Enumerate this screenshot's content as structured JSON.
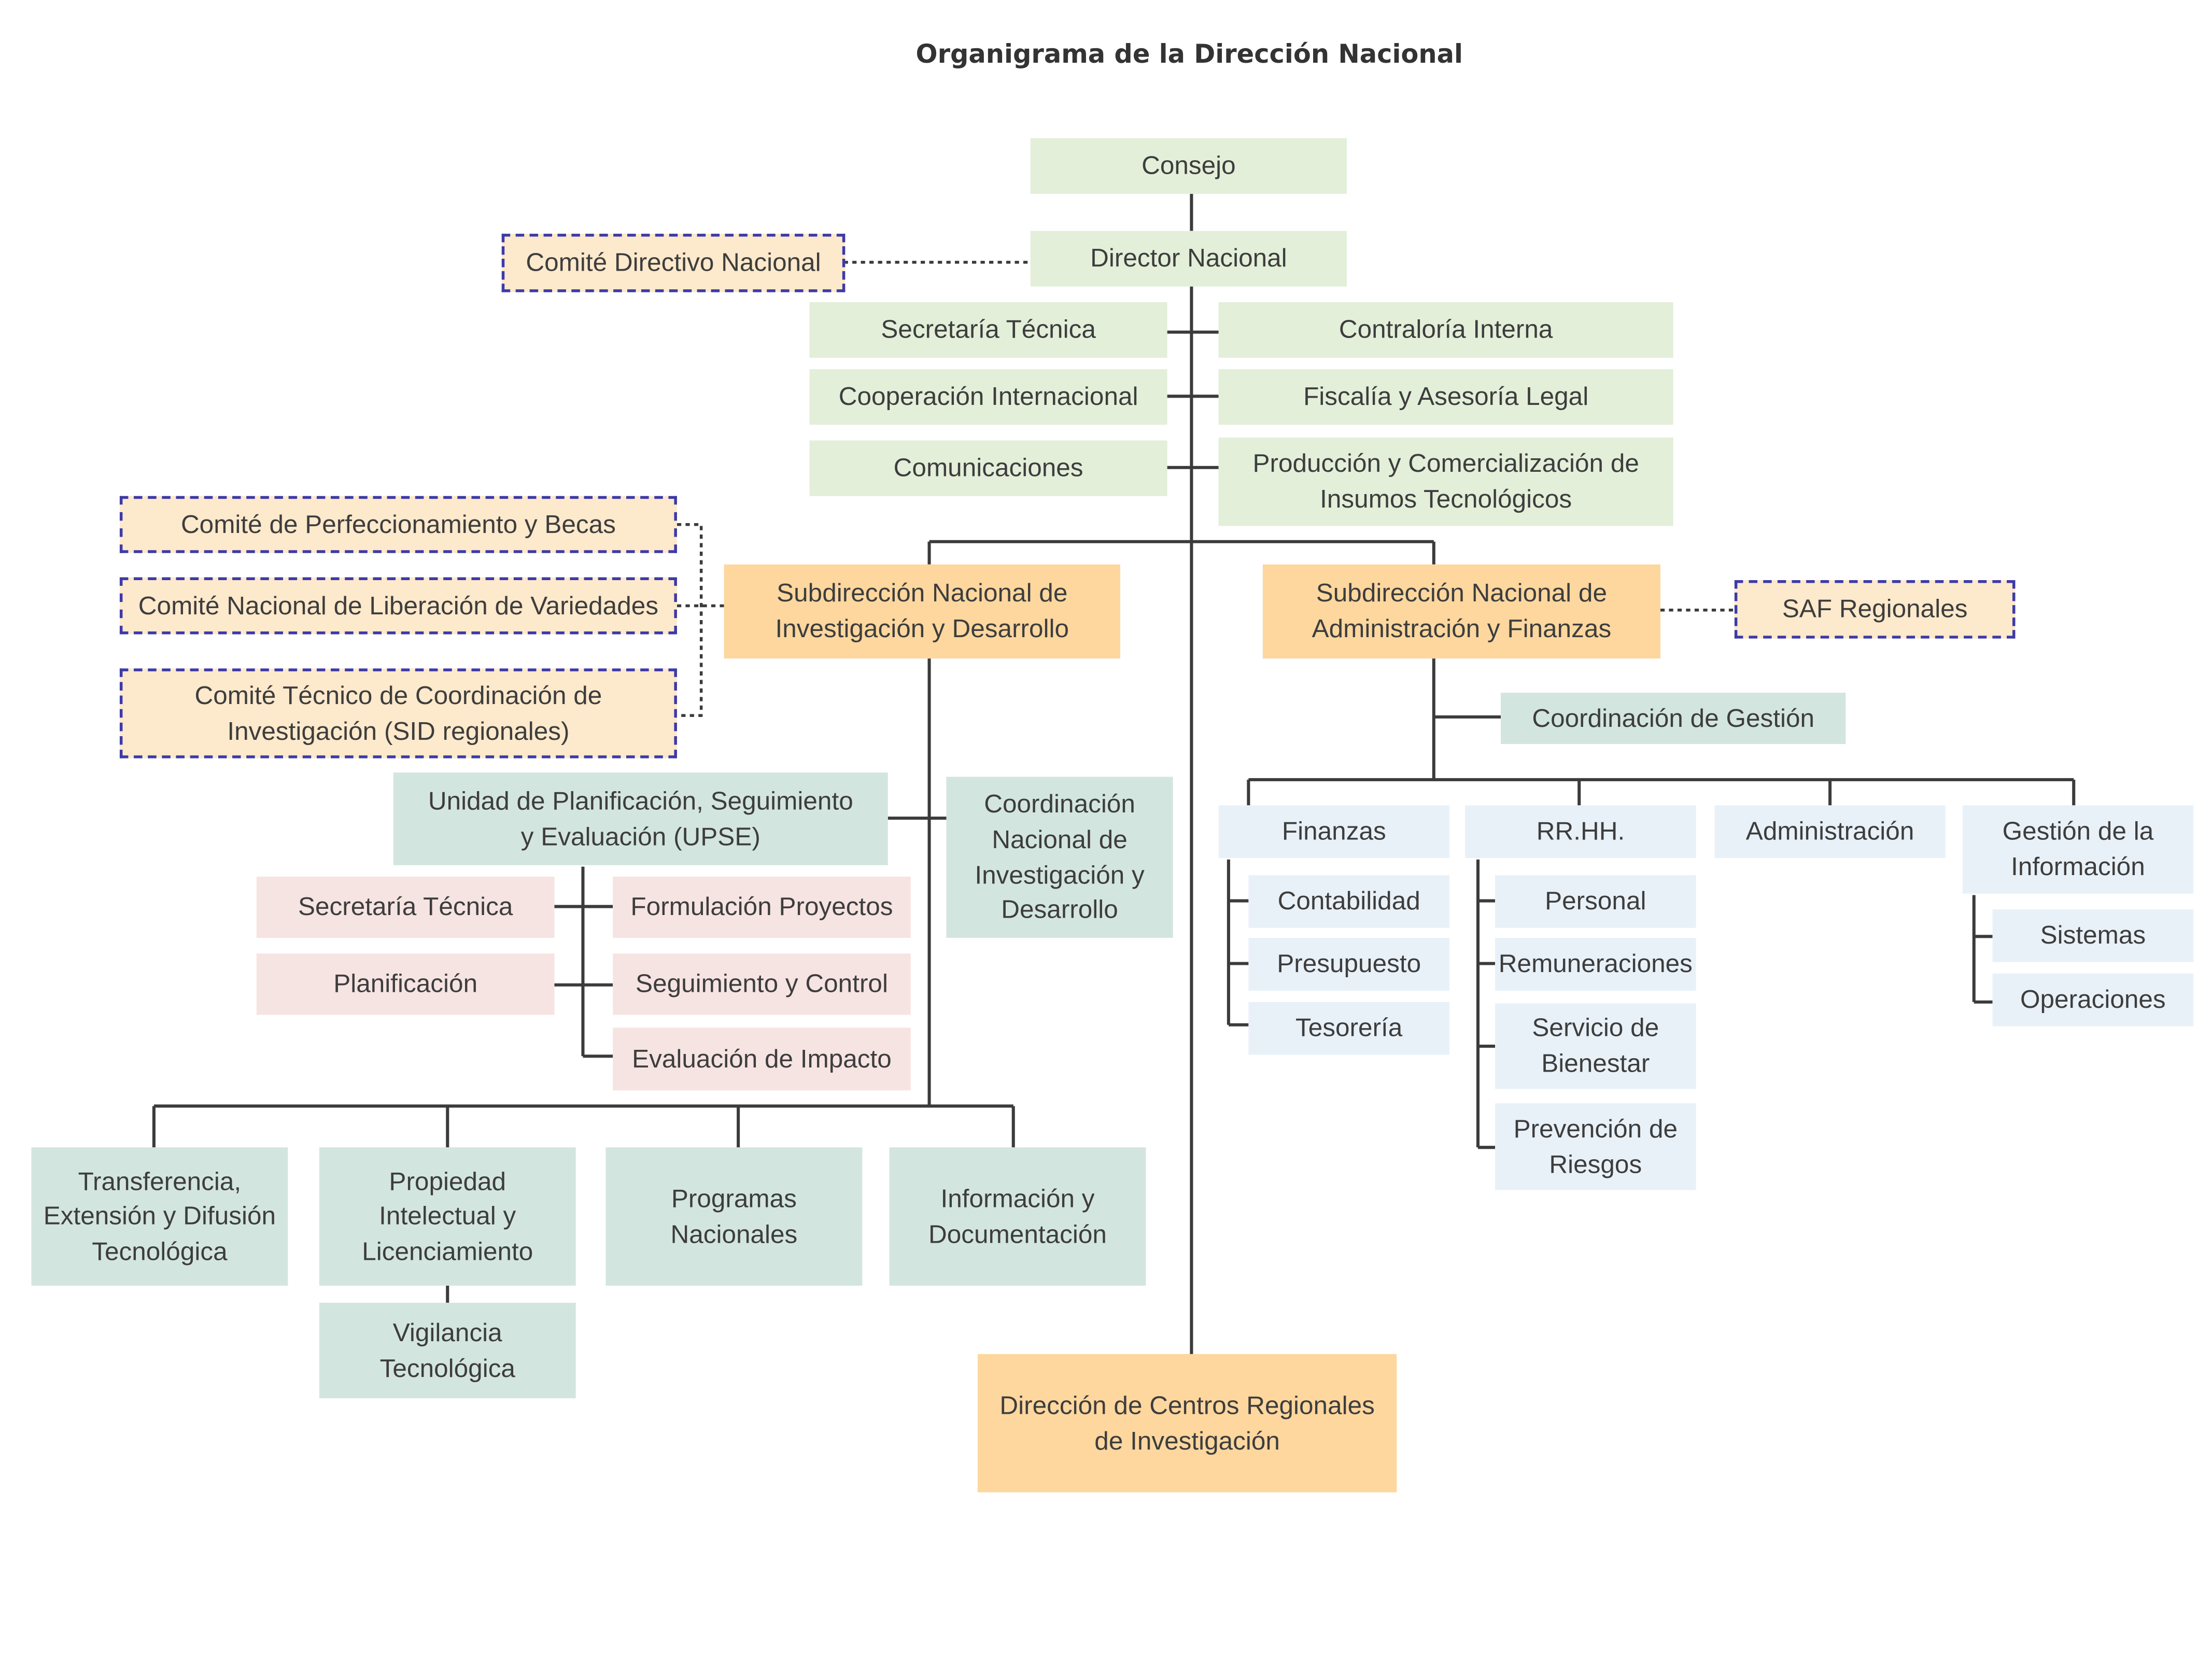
{
  "title": "Organigrama de la Dirección Nacional",
  "colors": {
    "green": "#e3efd9",
    "teal": "#d3e5df",
    "orange": "#fdd79e",
    "pink": "#f6e4e2",
    "blue": "#e9f1f8",
    "committee_fill": "#fde9cb",
    "committee_border": "#3d3aa8",
    "line": "#3b3b3b"
  },
  "top": {
    "consejo": "Consejo",
    "director": "Director Nacional",
    "comite_directivo": "Comité Directivo Nacional"
  },
  "staff": {
    "secretaria": "Secretaría Técnica",
    "cooperacion": "Cooperación Internacional",
    "comunicaciones": "Comunicaciones",
    "contraloria": "Contraloría Interna",
    "fiscalia": "Fiscalía y Asesoría Legal",
    "produccion": "Producción y Comercialización de\nInsumos Tecnológicos"
  },
  "investigacion": {
    "subdireccion": "Subdirección Nacional de\nInvestigación y Desarrollo",
    "comites": [
      "Comité de Perfeccionamiento y Becas",
      "Comité Nacional de Liberación de Variedades",
      "Comité Técnico de Coordinación de\nInvestigación (SID regionales)"
    ],
    "upse": "Unidad de Planificación, Seguimiento\ny Evaluación (UPSE)",
    "coordinacion": "Coordinación\nNacional de\nInvestigación y\nDesarrollo",
    "upse_units": [
      "Secretaría Técnica",
      "Planificación",
      "Formulación Proyectos",
      "Seguimiento y Control",
      "Evaluación de Impacto"
    ],
    "areas": [
      "Transferencia,\nExtensión y Difusión\nTecnológica",
      "Propiedad\nIntelectual y\nLicenciamiento",
      "Programas\nNacionales",
      "Información y\nDocumentación"
    ],
    "vigilancia": "Vigilancia\nTecnológica"
  },
  "administracion": {
    "subdireccion": "Subdirección Nacional de\nAdministración y Finanzas",
    "saf": "SAF Regionales",
    "coordinacion_gestion": "Coordinación de Gestión",
    "departments": [
      "Finanzas",
      "RR.HH.",
      "Administración",
      "Gestión de la\nInformación"
    ],
    "finanzas": [
      "Contabilidad",
      "Presupuesto",
      "Tesorería"
    ],
    "rrhh": [
      "Personal",
      "Remuneraciones",
      "Servicio de\nBienestar",
      "Prevención de\nRiesgos"
    ],
    "gestion_info": [
      "Sistemas",
      "Operaciones"
    ]
  },
  "centros": "Dirección de Centros Regionales\nde Investigación"
}
